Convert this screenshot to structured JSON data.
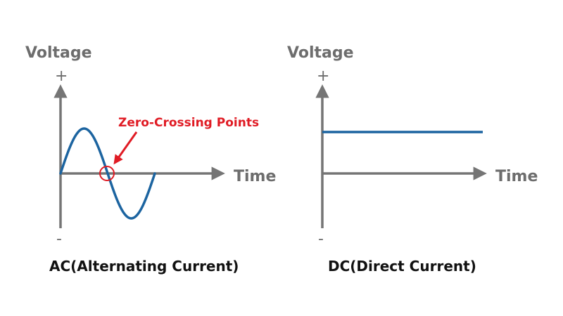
{
  "colors": {
    "axis": "#757575",
    "axis_text": "#6d6d6d",
    "signal": "#1c64a0",
    "highlight": "#e01b24",
    "caption": "#111111"
  },
  "ac_panel": {
    "y_axis_label": "Voltage",
    "plus_label": "+",
    "minus_label": "-",
    "x_axis_label": "Time",
    "callout_label": "Zero-Crossing Points",
    "caption": "AC(Alternating Current)"
  },
  "dc_panel": {
    "y_axis_label": "Voltage",
    "plus_label": "+",
    "minus_label": "-",
    "x_axis_label": "Time",
    "caption": "DC(Direct Current)"
  }
}
